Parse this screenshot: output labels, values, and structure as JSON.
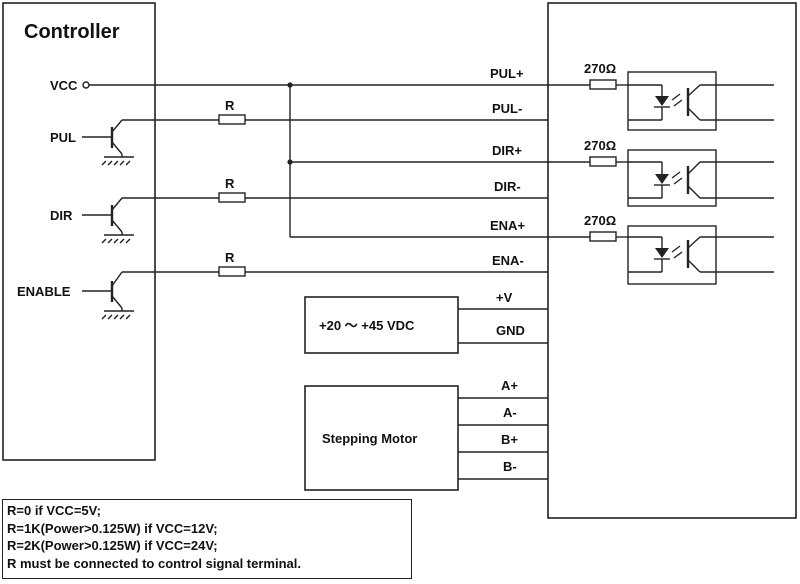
{
  "controller": {
    "title": "Controller",
    "vcc_label": "VCC",
    "pul_label": "PUL",
    "dir_label": "DIR",
    "enable_label": "ENABLE"
  },
  "resistors": {
    "r_label": "R",
    "opto_resistor_label": "270Ω"
  },
  "terminals": {
    "pul_plus": "PUL+",
    "pul_minus": "PUL-",
    "dir_plus": "DIR+",
    "dir_minus": "DIR-",
    "ena_plus": "ENA+",
    "ena_minus": "ENA-",
    "v_plus": "+V",
    "gnd": "GND",
    "a_plus": "A+",
    "a_minus": "A-",
    "b_plus": "B+",
    "b_minus": "B-"
  },
  "power_supply": {
    "label": "+20 ～ +45 VDC"
  },
  "motor": {
    "label": "Stepping Motor"
  },
  "notes": [
    "R=0 if VCC=5V;",
    "R=1K(Power>0.125W) if VCC=12V;",
    "R=2K(Power>0.125W) if VCC=24V;",
    "R must be connected to control signal terminal."
  ]
}
